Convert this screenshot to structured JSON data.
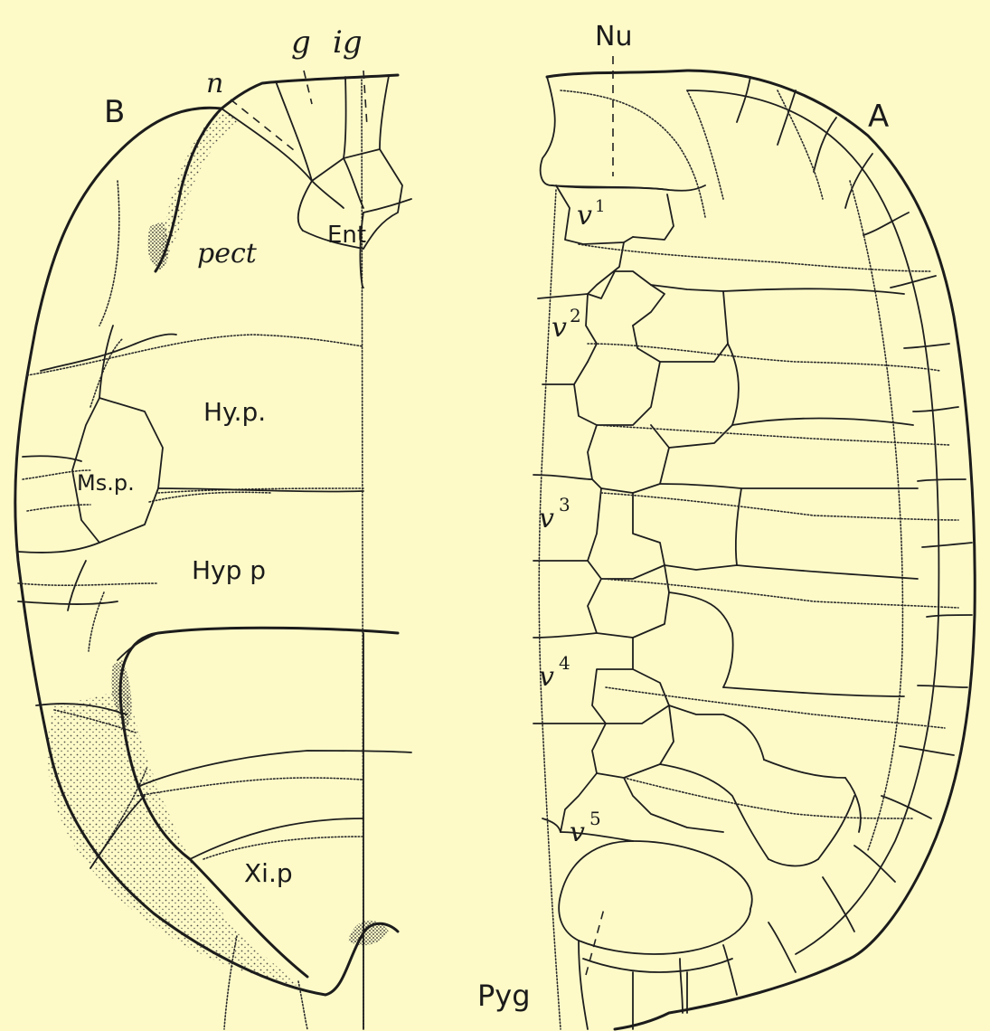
{
  "figure": {
    "panel_left_label": "B",
    "panel_right_label": "A"
  },
  "plastron_labels": {
    "n": "n",
    "g": "g",
    "ig": "ig",
    "pect": "pect",
    "ent": "Ent",
    "hy_p": "Hy.p.",
    "ms_p": "Ms.p.",
    "hyp_p": "Hyp p",
    "xi_p": "Xi.p"
  },
  "carapace_labels": {
    "nu": "Nu",
    "v1": "v",
    "v1_sup": "1",
    "v2": "v",
    "v2_sup": "2",
    "v3": "v",
    "v3_sup": "3",
    "v4": "v",
    "v4_sup": "4",
    "v5": "v",
    "v5_sup": "5",
    "pyg": "Pyg"
  },
  "colors": {
    "paper": "#fdfac8",
    "ink": "#1c1c1c"
  }
}
